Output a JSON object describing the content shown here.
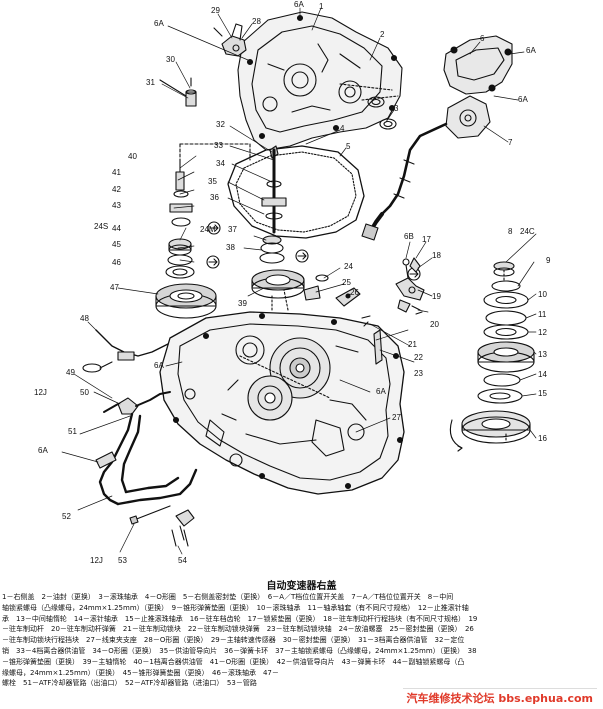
{
  "callouts": [
    {
      "id": "c6A-top",
      "text": "6A"
    },
    {
      "id": "c29",
      "text": "29"
    },
    {
      "id": "c28",
      "text": "28"
    },
    {
      "id": "c1",
      "text": "1"
    },
    {
      "id": "c6A-topleft",
      "text": "6A"
    },
    {
      "id": "c2",
      "text": "2"
    },
    {
      "id": "c6",
      "text": "6"
    },
    {
      "id": "c6A-right",
      "text": "6A"
    },
    {
      "id": "c30",
      "text": "30"
    },
    {
      "id": "c31",
      "text": "31"
    },
    {
      "id": "c6A-right2",
      "text": "6A"
    },
    {
      "id": "c3",
      "text": "3"
    },
    {
      "id": "c7",
      "text": "7"
    },
    {
      "id": "c32",
      "text": "32"
    },
    {
      "id": "c4",
      "text": "4"
    },
    {
      "id": "c33",
      "text": "33"
    },
    {
      "id": "c5",
      "text": "5"
    },
    {
      "id": "c40",
      "text": "40"
    },
    {
      "id": "c34",
      "text": "34"
    },
    {
      "id": "c41",
      "text": "41"
    },
    {
      "id": "c35",
      "text": "35"
    },
    {
      "id": "c42",
      "text": "42"
    },
    {
      "id": "c36",
      "text": "36"
    },
    {
      "id": "c43",
      "text": "43"
    },
    {
      "id": "c24S",
      "text": "24S"
    },
    {
      "id": "c44",
      "text": "44"
    },
    {
      "id": "c37",
      "text": "37"
    },
    {
      "id": "c24M",
      "text": "24M"
    },
    {
      "id": "c6B",
      "text": "6B"
    },
    {
      "id": "c17",
      "text": "17"
    },
    {
      "id": "c8",
      "text": "8"
    },
    {
      "id": "c24C",
      "text": "24C"
    },
    {
      "id": "c45",
      "text": "45"
    },
    {
      "id": "c38",
      "text": "38"
    },
    {
      "id": "c18",
      "text": "18"
    },
    {
      "id": "c9",
      "text": "9"
    },
    {
      "id": "c46",
      "text": "46"
    },
    {
      "id": "c24",
      "text": "24"
    },
    {
      "id": "c47",
      "text": "47"
    },
    {
      "id": "c25",
      "text": "25"
    },
    {
      "id": "c19",
      "text": "19"
    },
    {
      "id": "c10",
      "text": "10"
    },
    {
      "id": "c26",
      "text": "26"
    },
    {
      "id": "c39",
      "text": "39"
    },
    {
      "id": "c11",
      "text": "11"
    },
    {
      "id": "c20",
      "text": "20"
    },
    {
      "id": "c48",
      "text": "48"
    },
    {
      "id": "c12",
      "text": "12"
    },
    {
      "id": "c21",
      "text": "21"
    },
    {
      "id": "c22",
      "text": "22"
    },
    {
      "id": "c13",
      "text": "13"
    },
    {
      "id": "c6A-mid",
      "text": "6A"
    },
    {
      "id": "c23",
      "text": "23"
    },
    {
      "id": "c14",
      "text": "14"
    },
    {
      "id": "c49",
      "text": "49"
    },
    {
      "id": "c12J-a",
      "text": "12J"
    },
    {
      "id": "c50",
      "text": "50"
    },
    {
      "id": "c6A-midright",
      "text": "6A"
    },
    {
      "id": "c15",
      "text": "15"
    },
    {
      "id": "c27",
      "text": "27"
    },
    {
      "id": "c51",
      "text": "51"
    },
    {
      "id": "c16",
      "text": "16"
    },
    {
      "id": "c6A-left",
      "text": "6A"
    },
    {
      "id": "c52",
      "text": "52"
    },
    {
      "id": "c54",
      "text": "54"
    },
    {
      "id": "c12J-b",
      "text": "12J"
    },
    {
      "id": "c53",
      "text": "53"
    }
  ],
  "caption": "自动变速器右盖",
  "legend_lines": [
    "1－右侧盖　2－油封（更换）　3－滚珠轴承　4－O形圈　5－右侧盖密封垫（更换）　6－A／T档位位置开关盖　7－A／T档位位置开关　8－中间",
    "轴锁紧螺母（凸缘螺母，24mm×1.25mm）（更换）　9－锥形弹簧垫圈（更换）　10－滚珠轴承　11－轴承轴套（有不同尺寸规格）　12－止推滚针轴",
    "承　13－中间轴惰轮　14－滚针轴承　15－止推滚珠轴承　16－驻车档齿轮　17－锁紧垫圈（更换）　18－驻车制动杆行程挡块（有不同尺寸规格）　19",
    "－驻车制动杆　20－驻车制动杆弹簧　21－驻车制动锁块　22－驻车制动锁块弹簧　23－驻车制动锁块轴　24－放油螺塞　25－密封垫圈（更换）　26",
    "－驻车制动锁块行程挡块　27－线束夹支座　28－O形圈（更换）　29－主轴转速传感器　30－密封垫圈（更换）　31－3档离合器供油管　32－定位",
    "销　33－4档离合器供油管　34－O形圈（更换）　35－供油管导向片　36－弹簧卡环　37－主轴锁紧螺母（凸缘螺母，24mm×1.25mm）（更换）　38",
    "－锥形弹簧垫圈（更换）　39－主轴惰轮　40－1档离合器供油管　41－O形圈（更换）　42－供油管导向片　43－弹簧卡环　44－副轴锁紧螺母（凸",
    "缘螺母，24mm×1.25mm）（更换）　45－锥形弹簧垫圈（更换）　46－滚珠轴承　47－",
    "螺栓　51－ATF冷却器管路（出油口）　52－ATF冷却器管路（进油口）　53－管路"
  ],
  "watermark": "汽车维修技术论坛 bbs.ephua.com",
  "icons": {
    "arrow": "circle-arrow-icon",
    "rotation": "rotation-arrow-icon"
  },
  "colors": {
    "ink": "#111111",
    "watermark": "#e03a2a"
  }
}
